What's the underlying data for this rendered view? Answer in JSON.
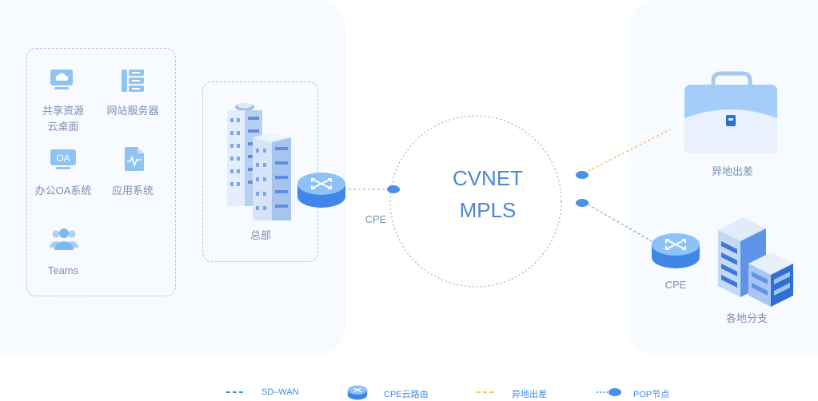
{
  "resources": {
    "shared": [
      "共享资源",
      "云桌面"
    ],
    "web_server": "网站服务器",
    "oa_icon_text": "OA",
    "office_oa": "办公OA系统",
    "app_system": "应用系统",
    "teams": "Teams"
  },
  "headquarters": {
    "label": "总部",
    "cpe": "CPE"
  },
  "core": {
    "line1": "CVNET",
    "line2": "MPLS"
  },
  "remote": {
    "travel": "异地出差",
    "branch_cpe": "CPE",
    "branches": "各地分支"
  },
  "legend": {
    "sdwan": "SD–WAN",
    "cpe_router": "CPE云路由",
    "travel": "异地出差",
    "pop": "POP节点"
  },
  "colors": {
    "accent": "#4f87d3",
    "dashed_border": "#a9c6ee",
    "travel_line": "#f5c35a",
    "legend_text": "#3e8ce8"
  }
}
